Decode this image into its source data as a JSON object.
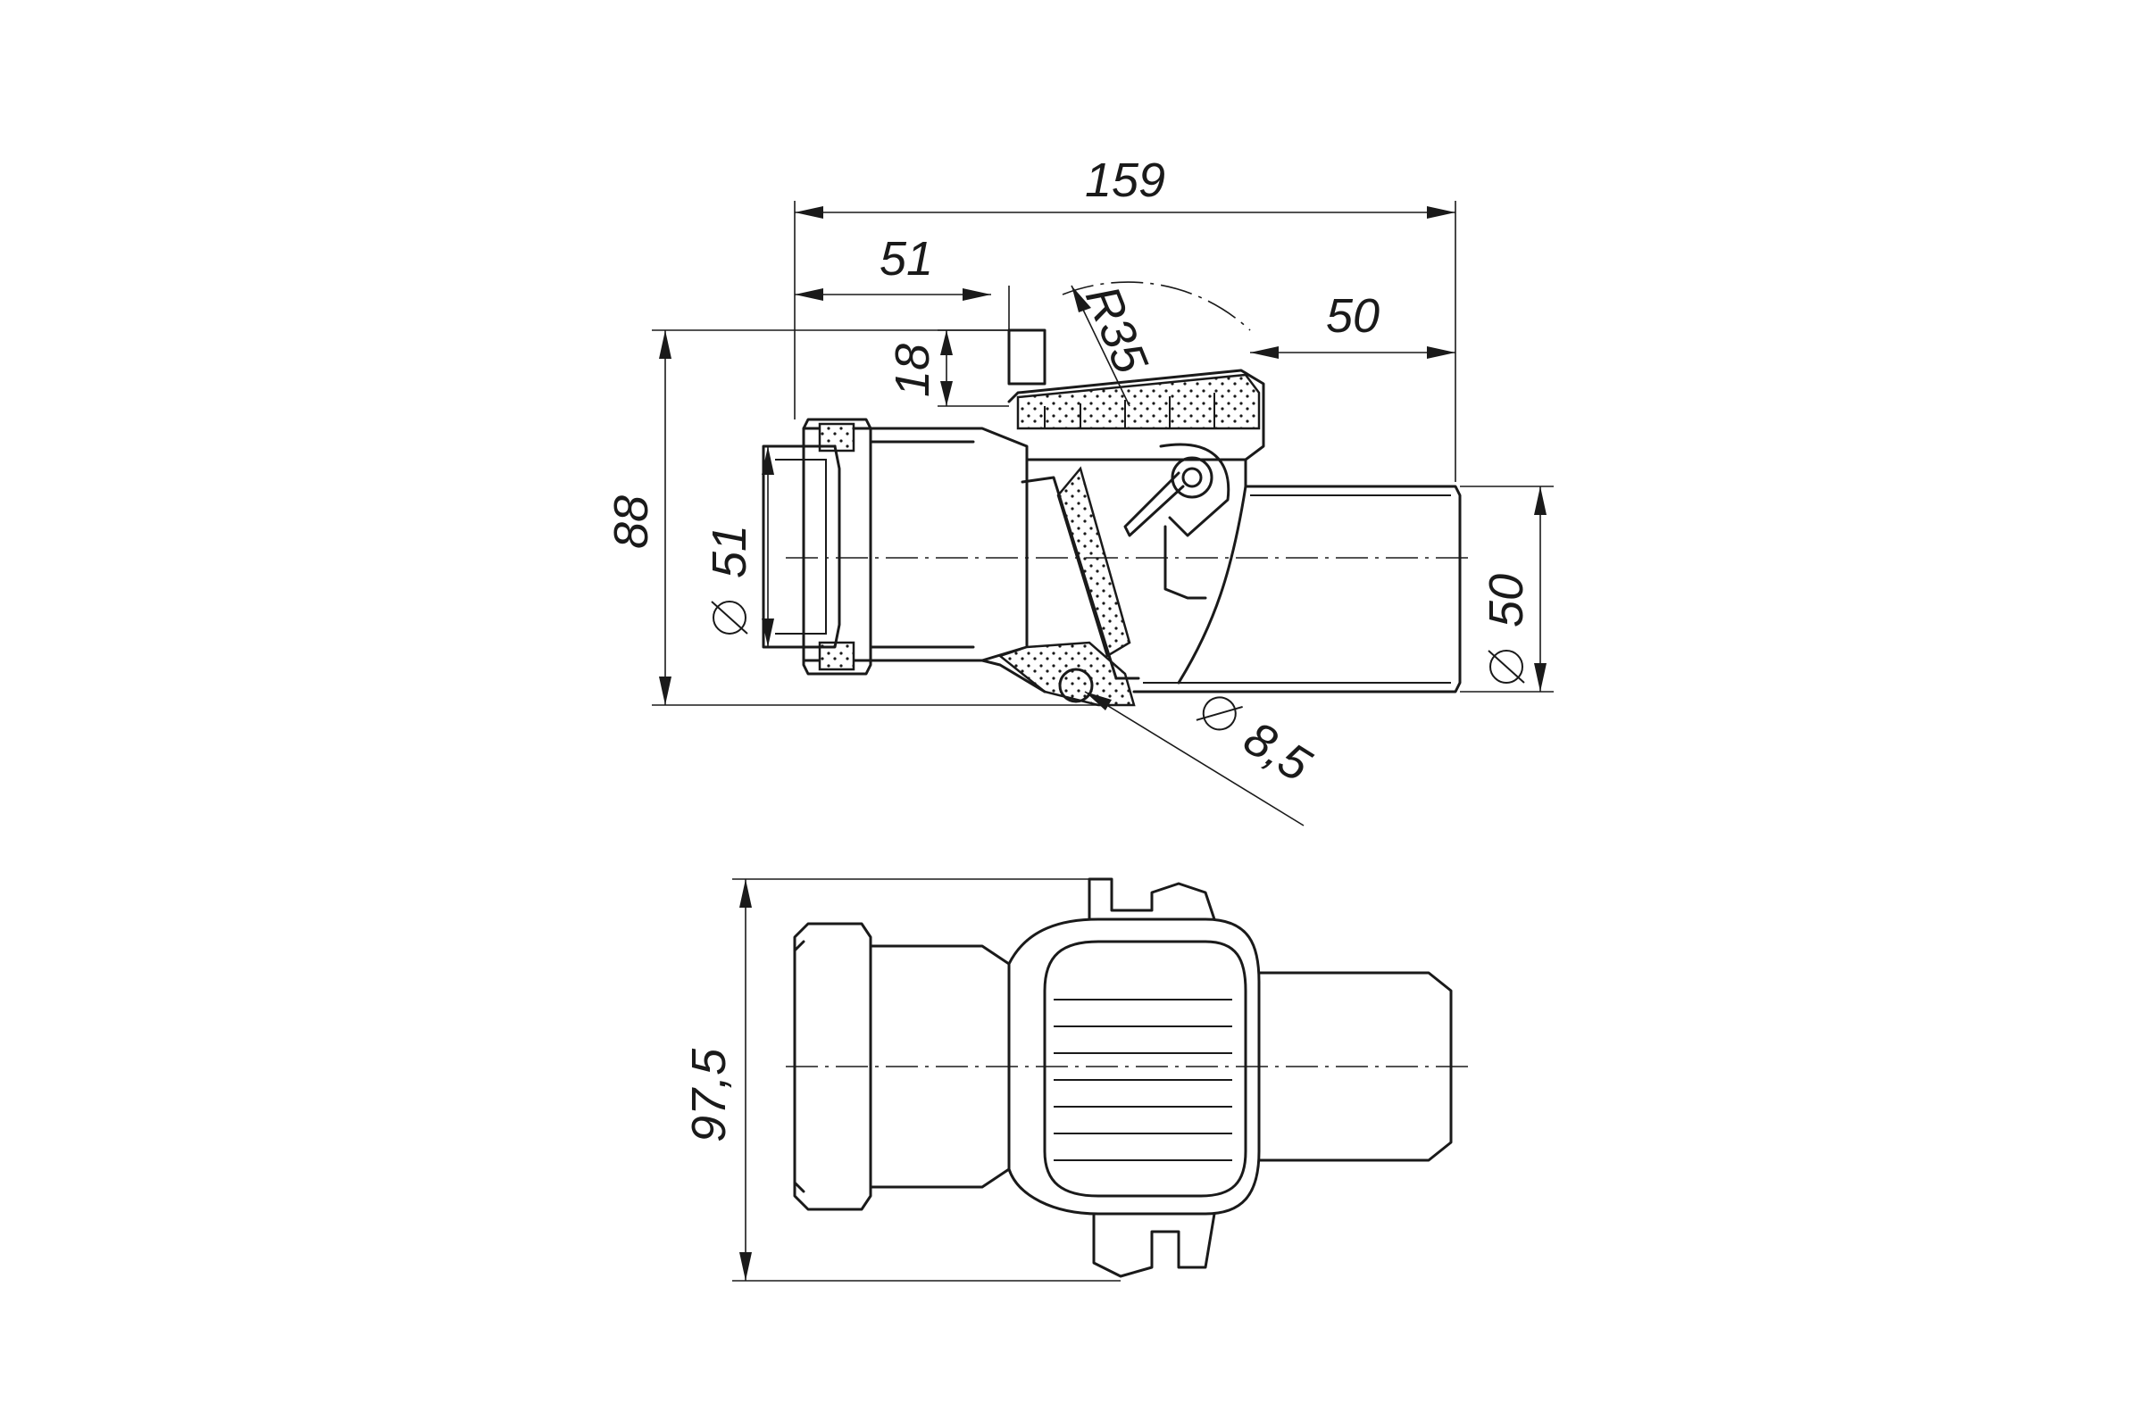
{
  "side_view": {
    "overall_length": "159",
    "inlet_socket_length": "51",
    "outlet_length": "50",
    "lid_radius": "R35",
    "lid_height": "18",
    "total_height": "88",
    "inlet_diameter": "51",
    "outlet_diameter": "50",
    "hole_diameter": "8,5"
  },
  "top_view": {
    "width": "97,5"
  }
}
